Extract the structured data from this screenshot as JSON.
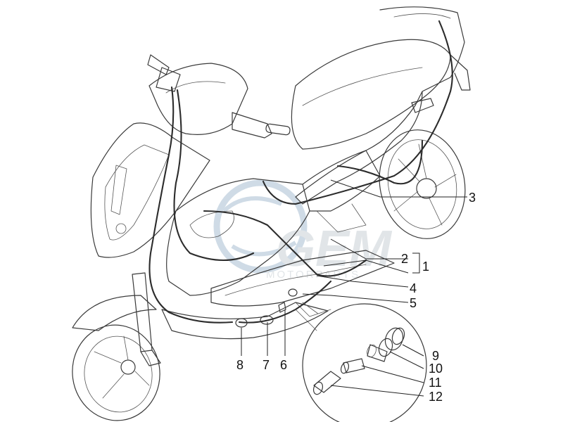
{
  "watermark": {
    "brand": "GEM",
    "subtitle": "MOTORPARTS",
    "color": "#b9c9d8"
  },
  "callouts": [
    {
      "id": "1",
      "label": "1"
    },
    {
      "id": "2",
      "label": "2"
    },
    {
      "id": "3",
      "label": "3"
    },
    {
      "id": "4",
      "label": "4"
    },
    {
      "id": "5",
      "label": "5"
    },
    {
      "id": "6",
      "label": "6"
    },
    {
      "id": "7",
      "label": "7"
    },
    {
      "id": "8",
      "label": "8"
    },
    {
      "id": "9",
      "label": "9"
    },
    {
      "id": "10",
      "label": "10"
    },
    {
      "id": "11",
      "label": "11"
    },
    {
      "id": "12",
      "label": "12"
    }
  ]
}
